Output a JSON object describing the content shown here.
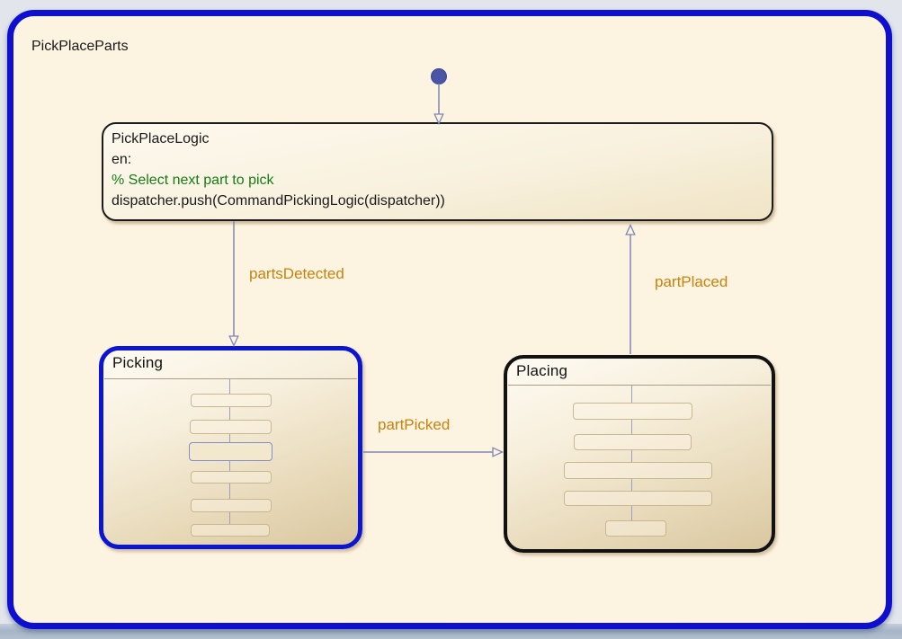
{
  "diagram": {
    "title": "PickPlaceParts",
    "states": {
      "pickPlaceLogic": {
        "name": "PickPlaceLogic",
        "entry_label": "en:",
        "comment": "% Select next part to pick",
        "action": "dispatcher.push(CommandPickingLogic(dispatcher))"
      },
      "picking": {
        "name": "Picking"
      },
      "placing": {
        "name": "Placing"
      }
    },
    "transitions": [
      {
        "label": "partsDetected",
        "from": "PickPlaceLogic",
        "to": "Picking"
      },
      {
        "label": "partPicked",
        "from": "Picking",
        "to": "Placing"
      },
      {
        "label": "partPlaced",
        "from": "Placing",
        "to": "PickPlaceLogic"
      }
    ],
    "colors": {
      "frame_border": "#0f10cf",
      "canvas_fill": "#fdf3e1",
      "selected_state_border": "#0c16d0",
      "state_border": "#121212",
      "transition_line": "#7e86b6",
      "transition_label": "#c5830e",
      "comment_text": "#177c17",
      "initial_dot": "#4a55a6",
      "state_fill_top": "#fefbf3",
      "state_fill_bottom": "#d9c7a0"
    }
  }
}
